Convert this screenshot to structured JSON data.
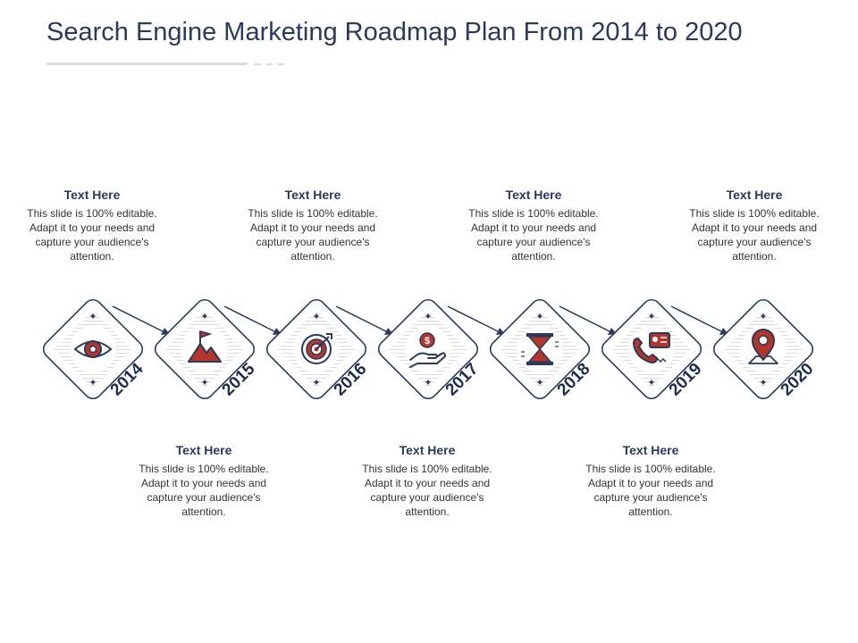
{
  "title": "Search Engine Marketing Roadmap Plan From 2014 to 2020",
  "colors": {
    "navy": "#2b3a5a",
    "accent_red": "#b5352d",
    "hatch_gray": "#d6d6d6"
  },
  "milestones": [
    {
      "year": "2014",
      "icon": "eye-icon"
    },
    {
      "year": "2015",
      "icon": "mountain-flag-icon"
    },
    {
      "year": "2016",
      "icon": "target-icon"
    },
    {
      "year": "2017",
      "icon": "hand-coin-icon"
    },
    {
      "year": "2018",
      "icon": "hourglass-icon"
    },
    {
      "year": "2019",
      "icon": "phone-contact-icon"
    },
    {
      "year": "2020",
      "icon": "map-pin-icon"
    }
  ],
  "callouts_top": [
    {
      "heading": "Text Here",
      "text": "This slide is 100% editable. Adapt it to your needs and capture your audience's attention."
    },
    {
      "heading": "Text Here",
      "text": "This slide is 100% editable. Adapt it to your needs and capture your audience's attention."
    },
    {
      "heading": "Text Here",
      "text": "This slide is 100% editable. Adapt it to your needs and capture your audience's attention."
    },
    {
      "heading": "Text Here",
      "text": "This slide is 100% editable. Adapt it to your needs and capture your audience's attention."
    }
  ],
  "callouts_bottom": [
    {
      "heading": "Text Here",
      "text": "This slide is 100% editable. Adapt it to your needs and capture your audience's attention."
    },
    {
      "heading": "Text Here",
      "text": "This slide is 100% editable. Adapt it to your needs and capture your audience's attention."
    },
    {
      "heading": "Text Here",
      "text": "This slide is 100% editable. Adapt it to your needs and capture your audience's attention."
    }
  ]
}
